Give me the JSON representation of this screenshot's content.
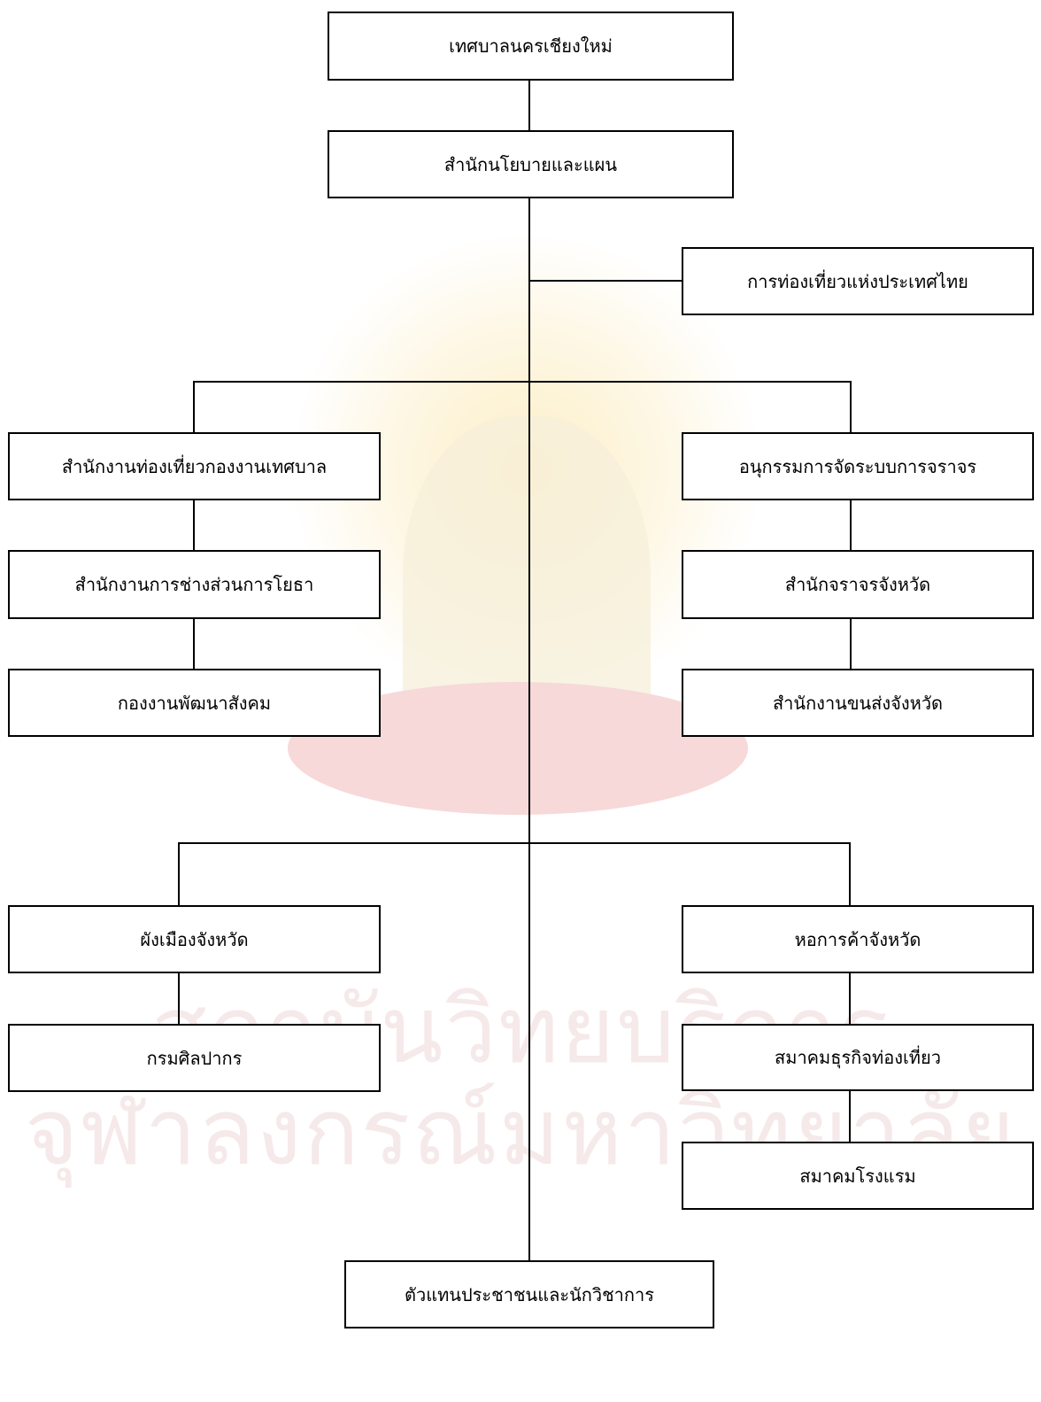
{
  "watermark": {
    "line1": "สถาบันวิทยบริการ",
    "line2": "จุฬาลงกรณ์มหาวิทยาลัย"
  },
  "nodes": {
    "root": "เทศบาลนครเชียงใหม่",
    "policy": "สำนักนโยบายและแผน",
    "tat": "การท่องเที่ยวแห่งประเทศไทย",
    "left1": "สำนักงานท่องเที่ยวกองงานเทศบาล",
    "left2": "สำนักงานการช่างส่วนการโยธา",
    "left3": "กองงานพัฒนาสังคม",
    "right1": "อนุกรรมการจัดระบบการจราจร",
    "right2": "สำนักจราจรจังหวัด",
    "right3": "สำนักงานขนส่งจังหวัด",
    "left4": "ผังเมืองจังหวัด",
    "left5": "กรมศิลปากร",
    "right4": "หอการค้าจังหวัด",
    "right5": "สมาคมธุรกิจท่องเที่ยว",
    "right6": "สมาคมโรงแรม",
    "bottom": "ตัวแทนประชาชนและนักวิชาการ"
  }
}
